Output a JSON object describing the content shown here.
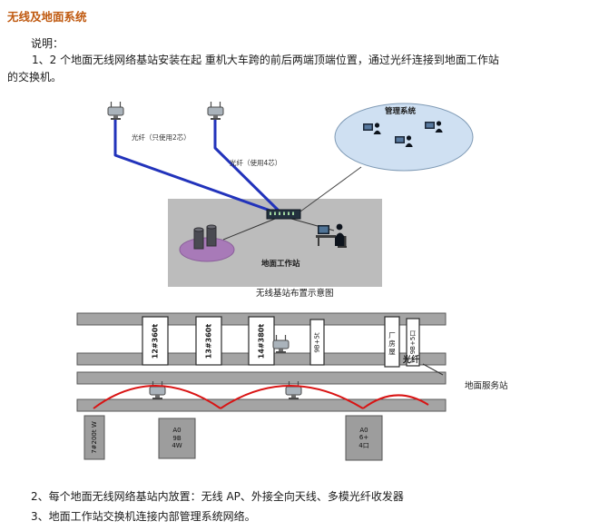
{
  "page": {
    "title": "无线及地面系统",
    "intro": "说明：",
    "item1": "1、2 个地面无线网络基站安装在起 重机大车跨的前后两端顶端位置，通过光纤连接到地面工作站的交换机。",
    "item2": "2、每个地面无线网络基站内放置：无线 AP、外接全向天线、多模光纤收发器",
    "item3": "3、地面工作站交换机连接内部管理系统网络。"
  },
  "diagram1": {
    "fiber_label_left": "光纤（只使用2芯）",
    "fiber_label_right": "光纤（使用4芯）",
    "management_system": "管理系统",
    "ground_workstation": "地面工作站",
    "caption": "无线基站布置示意图"
  },
  "diagram2": {
    "crane_1": "12#360t",
    "crane_2": "13#360t",
    "crane_3": "14#380t",
    "span_label": "9B+5t",
    "building_label": "厂\n房\n屋",
    "building_label_2": "9B+5口",
    "fiber": "光纤",
    "ground_service_station": "地面服务站",
    "block_left": "7#200t W",
    "block_mid": "A0\n9B\n4W",
    "block_right": "A0\n6+\n4口"
  },
  "icons": {
    "antenna": "wireless-ap-antenna",
    "operator": "person-at-computer",
    "database": "database-cylinders",
    "switch": "network-switch"
  },
  "colors": {
    "title": "#c05a11",
    "fiber_blue": "#2233bb",
    "coverage_red": "#d91414",
    "cloud_fill": "#cfe0f2",
    "box_gray": "#bcbcbc",
    "db_purple": "#a87ab8",
    "rail_gray": "#a4a4a4"
  }
}
